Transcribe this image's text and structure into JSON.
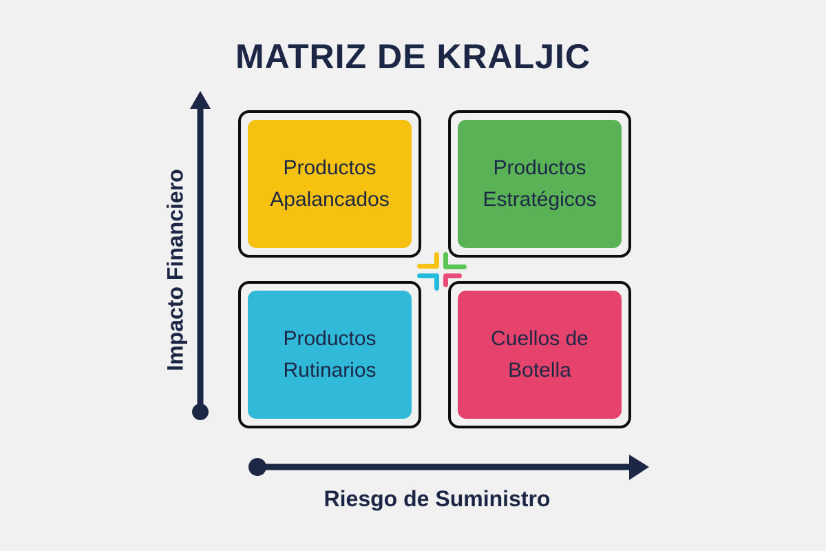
{
  "title": "MATRIZ DE KRALJIC",
  "axes": {
    "y_label": "Impacto Financiero",
    "x_label": "Riesgo de Suministro",
    "color": "#1c2746"
  },
  "quadrants": [
    {
      "position": "top-left",
      "lines": [
        "Productos",
        "Apalancados"
      ],
      "color": "#f6c10f"
    },
    {
      "position": "top-right",
      "lines": [
        "Productos",
        "Estratégicos"
      ],
      "color": "#5ab256"
    },
    {
      "position": "bottom-left",
      "lines": [
        "Productos",
        "Rutinarios"
      ],
      "color": "#31b9d9"
    },
    {
      "position": "bottom-right",
      "lines": [
        "Cuellos de",
        "Botella"
      ],
      "color": "#e5436b"
    }
  ],
  "center_logo": {
    "icon": "four-color-cross-logo",
    "colors": [
      "#f6c10f",
      "#5cc654",
      "#24b9de",
      "#ea4c7a"
    ]
  }
}
